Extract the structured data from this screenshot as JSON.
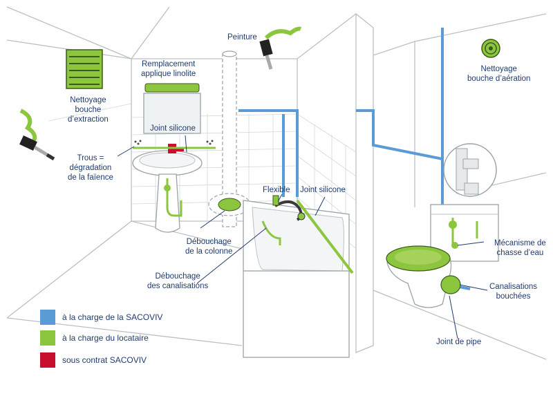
{
  "labels": {
    "peinture": "Peinture",
    "remplacement_applique": [
      "Remplacement",
      "applique linolite"
    ],
    "nettoyage_extraction": [
      "Nettoyage",
      "bouche",
      "d’extraction"
    ],
    "joint_silicone_lavabo": "Joint silicone",
    "trous_faience": [
      "Trous =",
      "dégradation",
      "de la faïence"
    ],
    "flexible": "Flexible",
    "joint_silicone_baignoire": "Joint silicone",
    "debouchage_colonne": [
      "Débouchage",
      "de la colonne"
    ],
    "debouchage_canalisations": [
      "Débouchage",
      "des canalisations"
    ],
    "nettoyage_aeration": [
      "Nettoyage",
      "bouche d’aération"
    ],
    "mecanisme_chasse": [
      "Mécanisme de",
      "chasse d’eau"
    ],
    "canalisations_bouchees": [
      "Canalisations",
      "bouchées"
    ],
    "joint_de_pipe": "Joint de pipe"
  },
  "legend": [
    {
      "label": "à la charge de la SACOVIV",
      "color": "#5b9bd5"
    },
    {
      "label": "à la charge du locataire",
      "color": "#8cc63f"
    },
    {
      "label": "sous contrat SACOVIV",
      "color": "#c8102e"
    }
  ],
  "colors": {
    "outline": "#9aa3a8",
    "accent_blue": "#5b9bd5",
    "accent_green": "#8cc63f",
    "accent_red": "#c8102e",
    "text": "#1f3b6e"
  },
  "icons": [
    "paint-brush-icon",
    "vent-grille-icon",
    "round-vent-icon",
    "valve-magnifier-icon"
  ]
}
